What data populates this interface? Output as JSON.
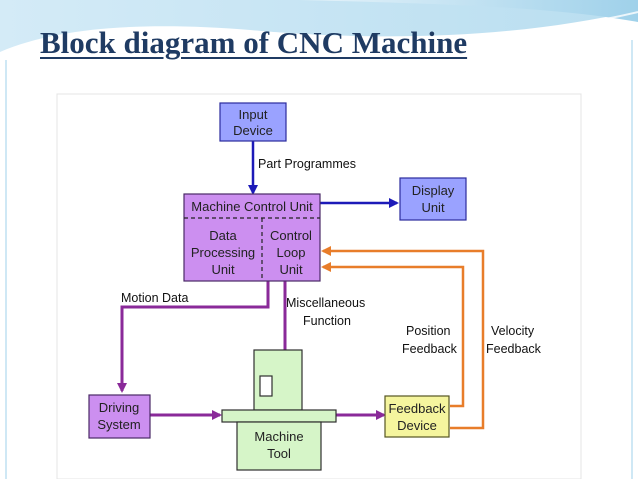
{
  "title": "Block diagram of CNC Machine",
  "diagram": {
    "nodes": {
      "input_device": [
        "Input",
        "Device"
      ],
      "mcu_header": "Machine Control Unit",
      "data_processing": [
        "Data",
        "Processing",
        "Unit"
      ],
      "control_loop": [
        "Control",
        "Loop",
        "Unit"
      ],
      "display_unit": [
        "Display",
        "Unit"
      ],
      "driving_system": [
        "Driving",
        "System"
      ],
      "machine_tool": [
        "Machine",
        "Tool"
      ],
      "feedback_device": [
        "Feedback",
        "Device"
      ]
    },
    "edges": {
      "part_programmes": "Part Programmes",
      "motion_data": "Motion Data",
      "misc_function": [
        "Miscellaneous",
        "Function"
      ],
      "position_feedback": [
        "Position",
        "Feedback"
      ],
      "velocity_feedback": [
        "Velocity",
        "Feedback"
      ]
    },
    "colors": {
      "blue_block": "#9aa2ff",
      "blue_arrow": "#1d1ab8",
      "purple_block": "#cc8ff0",
      "purple_arrow": "#8a2a99",
      "green_block": "#d6f5c8",
      "yellow_block": "#f5f59e",
      "orange_arrow": "#e87d2a",
      "title": "#1f3b63"
    }
  }
}
